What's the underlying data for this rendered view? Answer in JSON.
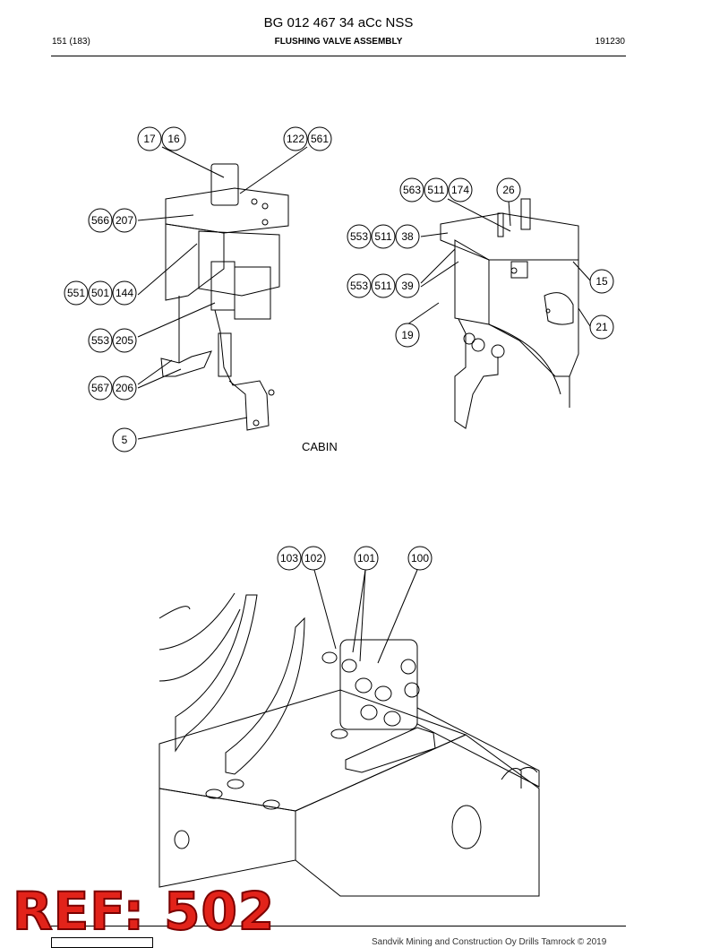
{
  "header": {
    "doc_title": "BG 012 467 34 aCc NSS",
    "page": "151 (183)",
    "section_title": "FLUSHING VALVE ASSEMBLY",
    "date_code": "191230"
  },
  "drawing": {
    "cabin_label": "CABIN",
    "balloons": [
      "17",
      "16",
      "122",
      "561",
      "566",
      "207",
      "551",
      "501",
      "144",
      "553",
      "205",
      "567",
      "206",
      "5",
      "563",
      "511",
      "174",
      "26",
      "553",
      "511",
      "38",
      "553",
      "511",
      "39",
      "15",
      "19",
      "21",
      "103",
      "102",
      "101",
      "100"
    ]
  },
  "overlay": {
    "ref_label": "REF: 502"
  },
  "footer": {
    "copyright": "Sandvik Mining and Construction Oy Drills Tamrock © 2019"
  }
}
